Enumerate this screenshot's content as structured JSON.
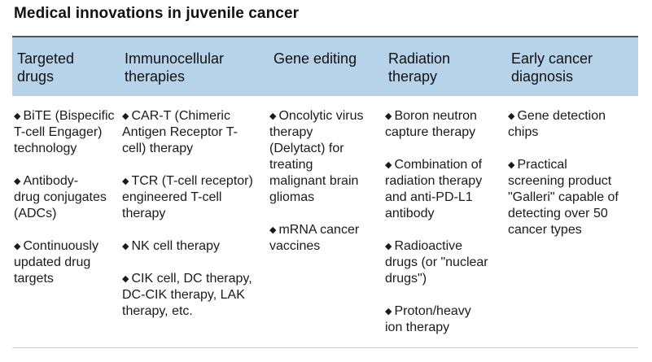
{
  "title": "Medical innovations in juvenile cancer",
  "columns": [
    {
      "header": [
        "Targeted",
        "drugs"
      ],
      "items": [
        [
          "BiTE (Bispecific",
          "T-cell Engager)",
          "technology"
        ],
        [
          "Antibody-",
          "drug conjugates",
          "(ADCs)"
        ],
        [
          "Continuously",
          "updated drug",
          "targets"
        ]
      ]
    },
    {
      "header": [
        "Immunocellular",
        "therapies"
      ],
      "items": [
        [
          "CAR-T (Chimeric",
          "Antigen Receptor T-",
          "cell) therapy"
        ],
        [
          "TCR (T-cell receptor)",
          "engineered T-cell",
          "therapy"
        ],
        [
          "NK cell therapy"
        ],
        [
          "CIK cell, DC therapy,",
          "DC-CIK therapy, LAK",
          "therapy, etc."
        ]
      ]
    },
    {
      "header": [
        "Gene editing"
      ],
      "items": [
        [
          "Oncolytic virus",
          "therapy",
          "(Delytact) for",
          "treating",
          "malignant brain",
          "gliomas"
        ],
        [
          "mRNA cancer",
          "vaccines"
        ]
      ]
    },
    {
      "header": [
        "Radiation",
        "therapy"
      ],
      "items": [
        [
          "Boron neutron",
          "capture therapy"
        ],
        [
          "Combination of",
          "radiation therapy",
          "and anti-PD-L1",
          "antibody"
        ],
        [
          "Radioactive",
          "drugs (or \"nuclear",
          "drugs\")"
        ],
        [
          "Proton/heavy",
          "ion therapy"
        ]
      ]
    },
    {
      "header": [
        "Early cancer",
        "diagnosis"
      ],
      "items": [
        [
          "Gene detection",
          "chips"
        ],
        [
          "Practical",
          "screening product",
          "\"Galleri\" capable of",
          "detecting over 50",
          "cancer types"
        ]
      ]
    }
  ]
}
